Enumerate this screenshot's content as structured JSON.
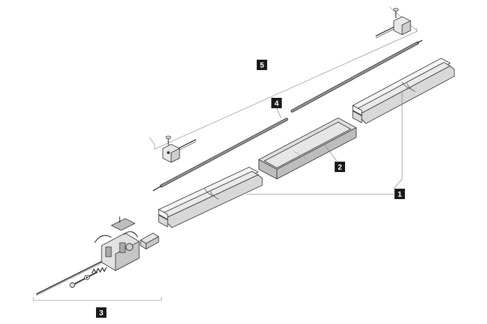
{
  "callouts": [
    {
      "id": "1",
      "label": "1"
    },
    {
      "id": "2",
      "label": "2"
    },
    {
      "id": "3",
      "label": "3"
    },
    {
      "id": "4",
      "label": "4"
    },
    {
      "id": "5",
      "label": "5"
    }
  ],
  "colors": {
    "badge_fill": "#1a1a1a",
    "badge_text": "#ffffff",
    "outline": "#333333",
    "chain": "#555555",
    "leader": "#8a8a8a"
  },
  "parts": [
    {
      "callout": "1",
      "name": "rail-sections"
    },
    {
      "callout": "2",
      "name": "rail-cover"
    },
    {
      "callout": "3",
      "name": "drive-carriage-assembly"
    },
    {
      "callout": "4",
      "name": "chain"
    },
    {
      "callout": "5",
      "name": "chain-tensioner-set"
    }
  ]
}
